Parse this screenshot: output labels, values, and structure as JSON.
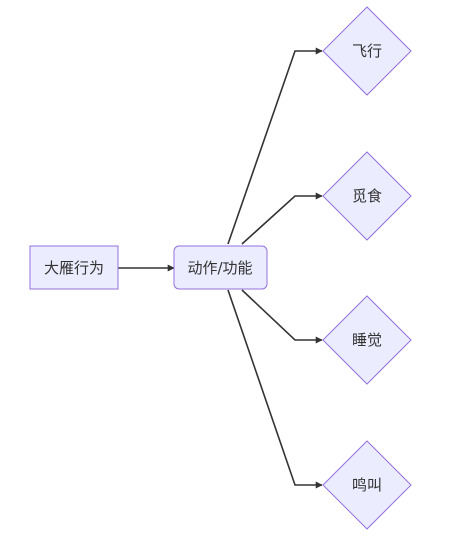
{
  "diagram": {
    "type": "flowchart",
    "colors": {
      "node_fill": "#ECECFF",
      "node_stroke": "#9370DB",
      "edge": "#333333",
      "text": "#333333"
    },
    "nodes": {
      "source": {
        "label": "大雁行为",
        "shape": "rectangle"
      },
      "hub": {
        "label": "动作/功能",
        "shape": "rounded-rectangle"
      },
      "leaves": [
        {
          "label": "飞行",
          "shape": "diamond"
        },
        {
          "label": "觅食",
          "shape": "diamond"
        },
        {
          "label": "睡觉",
          "shape": "diamond"
        },
        {
          "label": "鸣叫",
          "shape": "diamond"
        }
      ]
    },
    "edges": [
      {
        "from": "大雁行为",
        "to": "动作/功能"
      },
      {
        "from": "动作/功能",
        "to": "飞行"
      },
      {
        "from": "动作/功能",
        "to": "觅食"
      },
      {
        "from": "动作/功能",
        "to": "睡觉"
      },
      {
        "from": "动作/功能",
        "to": "鸣叫"
      }
    ]
  }
}
